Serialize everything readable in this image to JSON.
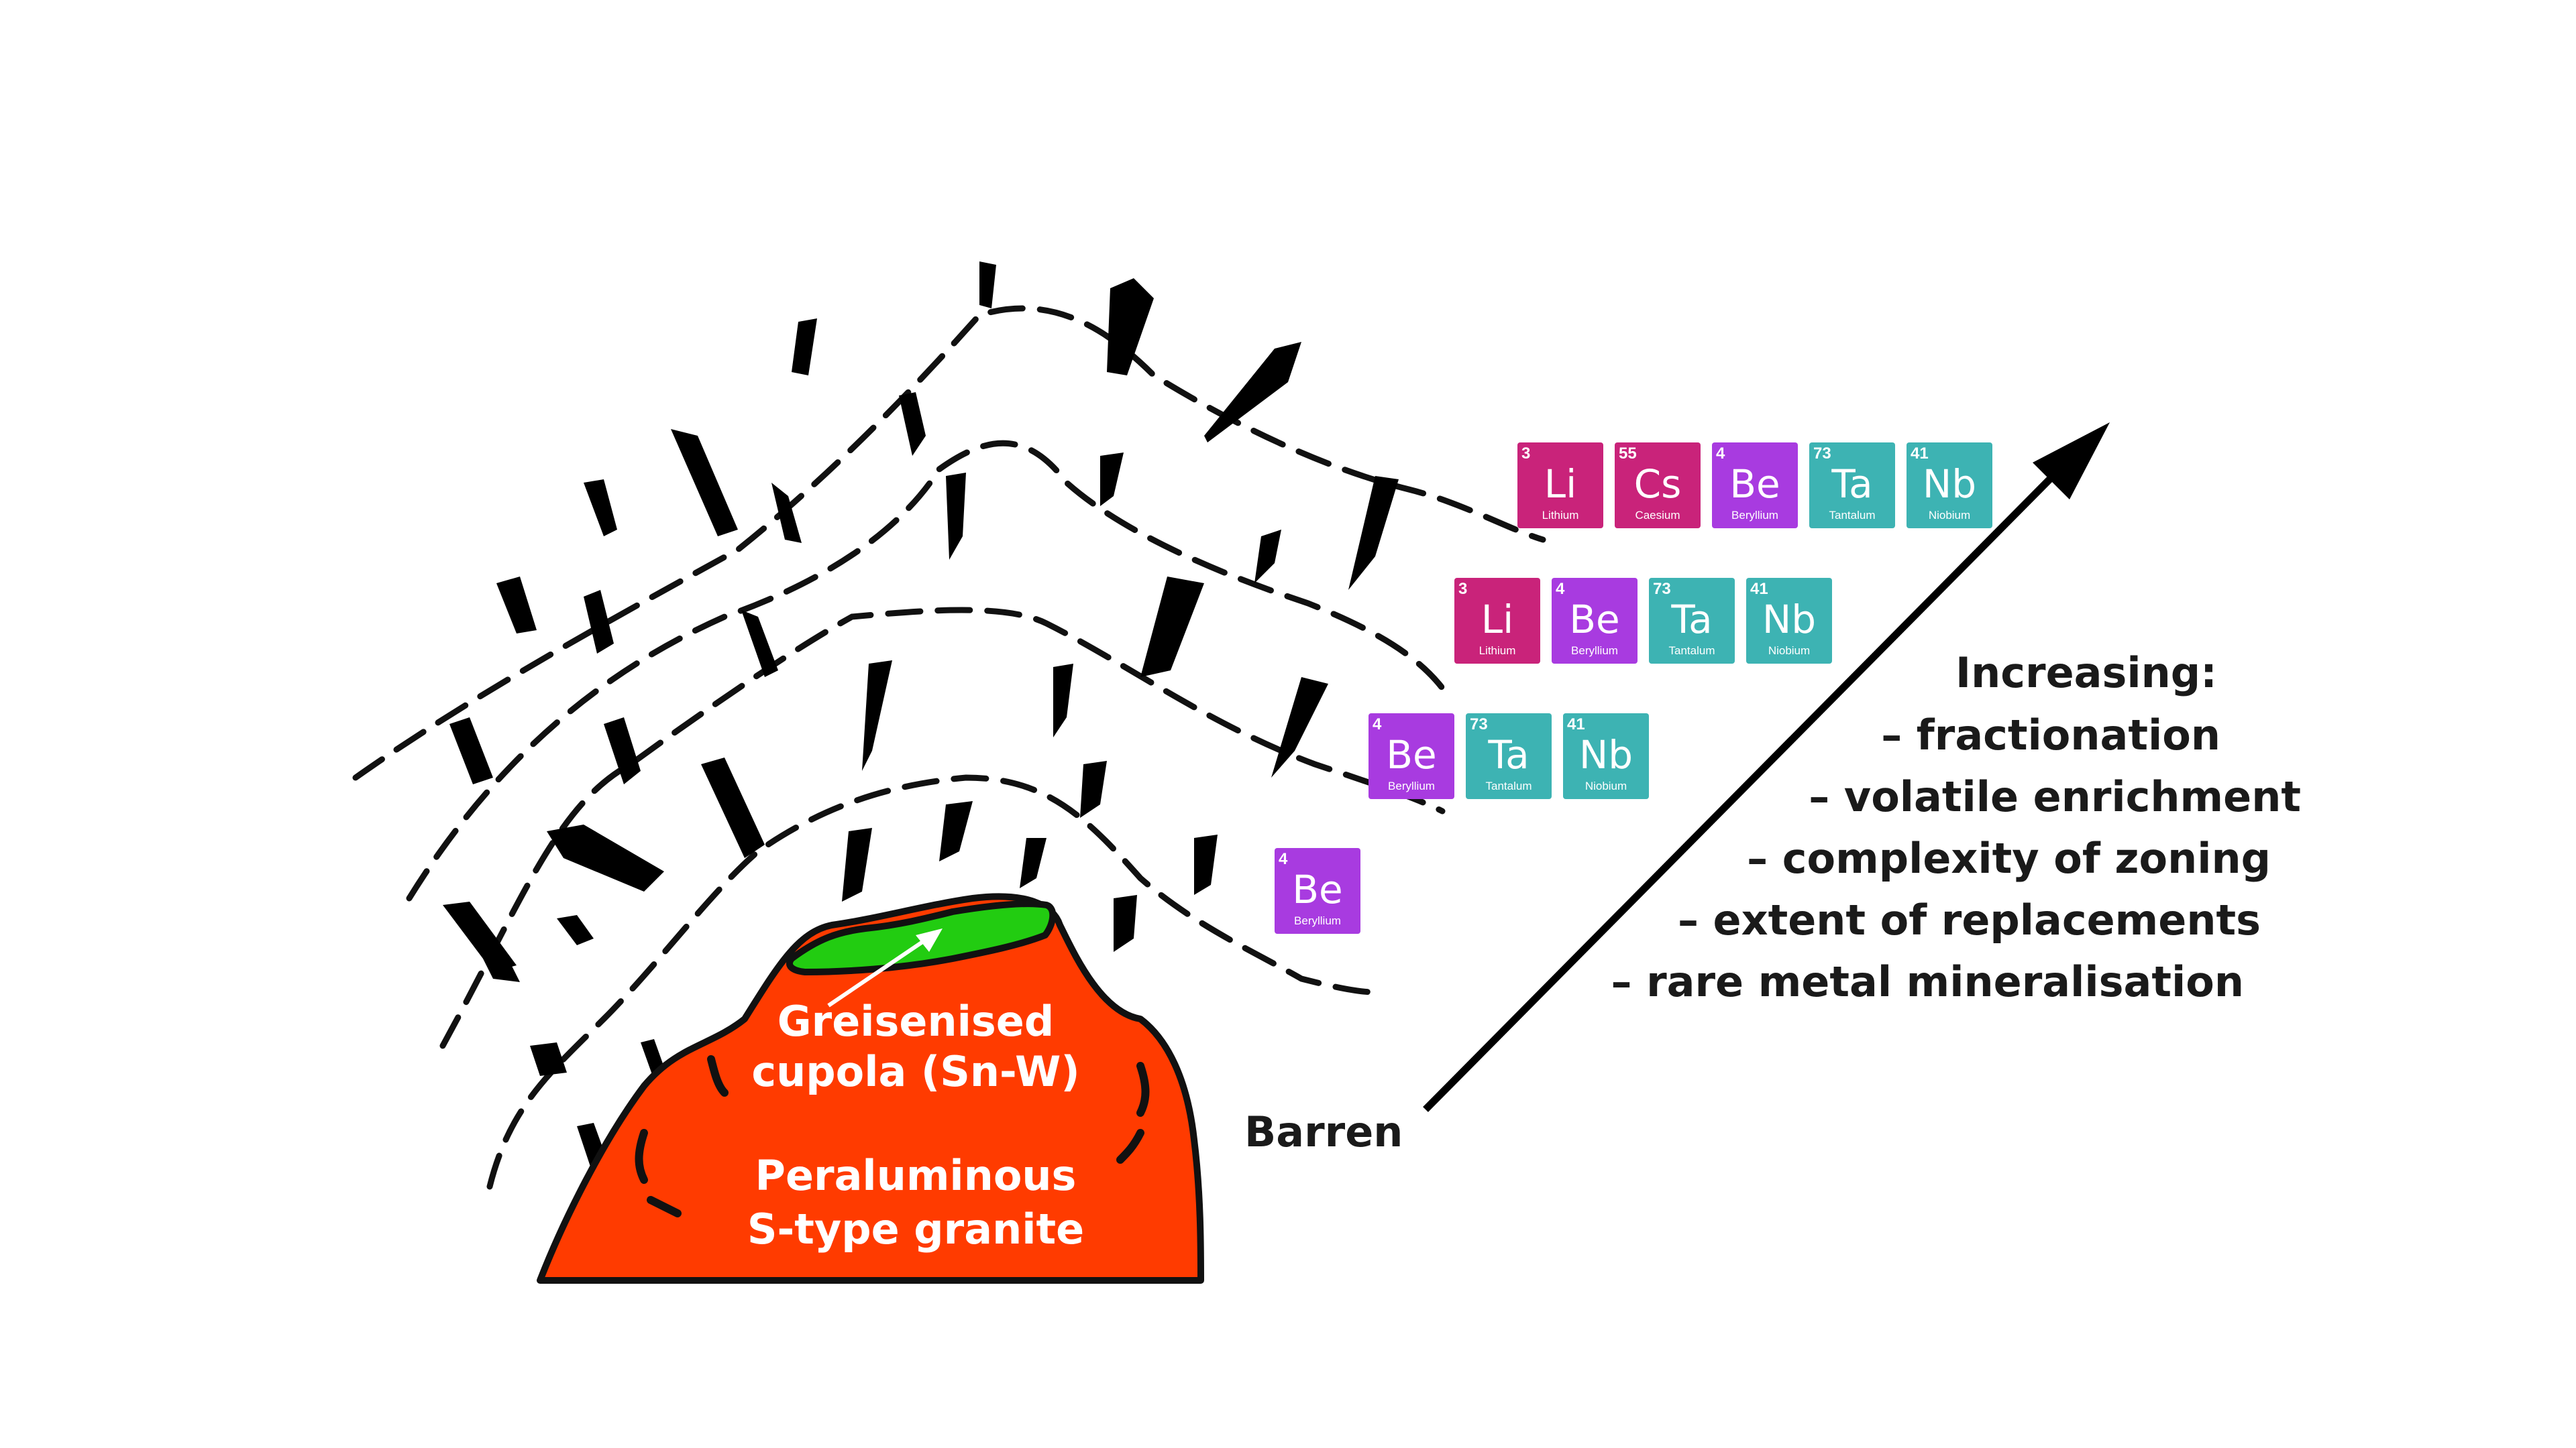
{
  "granite": {
    "color": "#ff3b00",
    "line1": "Peraluminous",
    "line2": "S-type granite"
  },
  "cupola": {
    "color": "#22cc11",
    "line1": "Greisenised",
    "line2": "cupola (Sn-W)"
  },
  "barren_label": "Barren",
  "trend": {
    "title": "Increasing:",
    "items": [
      "– fractionation",
      "– volatile enrichment",
      "– complexity of zoning",
      "– extent of replacements",
      "– rare metal mineralisation"
    ]
  },
  "element_colors": {
    "Li": "#c9237a",
    "Cs": "#c9237a",
    "Be": "#a83be0",
    "Ta": "#3db3b3",
    "Nb": "#3db3b3"
  },
  "element_rows": [
    [
      {
        "number": "3",
        "symbol": "Li",
        "name": "Lithium"
      },
      {
        "number": "55",
        "symbol": "Cs",
        "name": "Caesium"
      },
      {
        "number": "4",
        "symbol": "Be",
        "name": "Beryllium"
      },
      {
        "number": "73",
        "symbol": "Ta",
        "name": "Tantalum"
      },
      {
        "number": "41",
        "symbol": "Nb",
        "name": "Niobium"
      }
    ],
    [
      {
        "number": "3",
        "symbol": "Li",
        "name": "Lithium"
      },
      {
        "number": "4",
        "symbol": "Be",
        "name": "Beryllium"
      },
      {
        "number": "73",
        "symbol": "Ta",
        "name": "Tantalum"
      },
      {
        "number": "41",
        "symbol": "Nb",
        "name": "Niobium"
      }
    ],
    [
      {
        "number": "4",
        "symbol": "Be",
        "name": "Beryllium"
      },
      {
        "number": "73",
        "symbol": "Ta",
        "name": "Tantalum"
      },
      {
        "number": "41",
        "symbol": "Nb",
        "name": "Niobium"
      }
    ],
    [
      {
        "number": "4",
        "symbol": "Be",
        "name": "Beryllium"
      }
    ]
  ]
}
